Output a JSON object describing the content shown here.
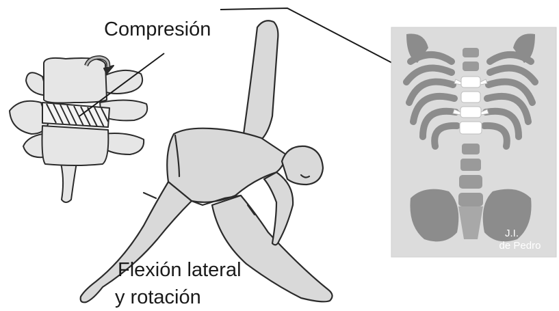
{
  "labels": {
    "compression": "Compresión",
    "flexion_line1": "Flexión lateral",
    "flexion_line2": "y rotación"
  },
  "signature": {
    "line1": "J.I.",
    "line2": "de Pedro"
  },
  "colors": {
    "outline": "#2b2b2b",
    "body_fill": "#d9d9d9",
    "bone_fill": "#e6e6e6",
    "xray_bg": "#dcdcdc",
    "highlight": "#ffffff"
  }
}
